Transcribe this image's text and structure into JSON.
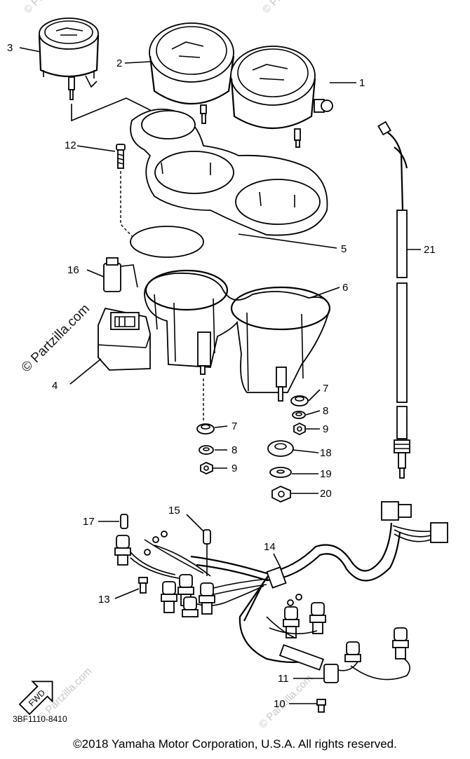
{
  "diagram": {
    "part_code": "3BF1110-8410",
    "direction_arrow": "FWD",
    "watermark": "© Partzilla.com",
    "faint_watermark": "© Partzilla.com",
    "callouts": {
      "c1": "1",
      "c2": "2",
      "c3": "3",
      "c4": "4",
      "c5": "5",
      "c6": "6",
      "c7a": "7",
      "c7b": "7",
      "c8a": "8",
      "c8b": "8",
      "c9a": "9",
      "c9b": "9",
      "c10": "10",
      "c11": "11",
      "c12": "12",
      "c13": "13",
      "c14": "14",
      "c15": "15",
      "c16": "16",
      "c17": "17",
      "c18": "18",
      "c19": "19",
      "c20": "20",
      "c21": "21"
    }
  },
  "footer": {
    "copyright": "©2018 Yamaha Motor Corporation, U.S.A. All rights reserved."
  }
}
